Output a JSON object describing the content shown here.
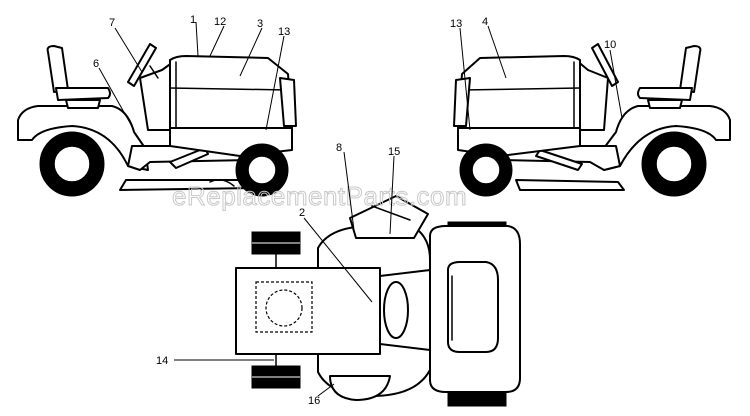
{
  "watermark": "eReplacementParts.com",
  "callouts": {
    "c1": "1",
    "c2": "2",
    "c3": "3",
    "c4": "4",
    "c6": "6",
    "c7": "7",
    "c8": "8",
    "c10": "10",
    "c12": "12",
    "c13_left": "13",
    "c13_right": "13",
    "c14": "14",
    "c15": "15",
    "c16": "16"
  }
}
